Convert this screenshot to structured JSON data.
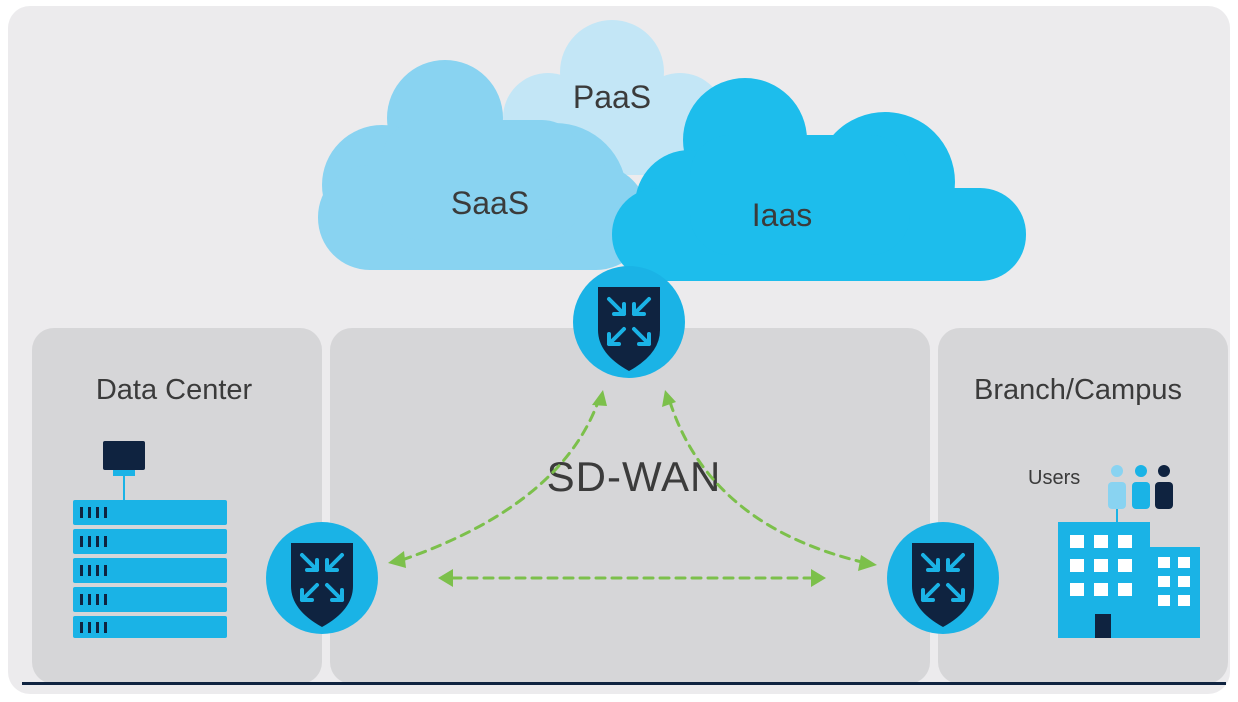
{
  "clouds": {
    "paas": "PaaS",
    "saas": "SaaS",
    "iaas": "Iaas"
  },
  "panels": {
    "data_center": "Data Center",
    "sdwan": "SD-WAN",
    "branch": "Branch/Campus"
  },
  "branch": {
    "users_label": "Users"
  },
  "colors": {
    "background_panel": "#ecebed",
    "zone_panel": "#d6d6d8",
    "cloud_light": "#c3e6f6",
    "cloud_mid": "#89d3f1",
    "cloud_bright": "#1dbdec",
    "router_circle": "#1ab3e6",
    "router_shield": "#0f2340",
    "dashed_arrow": "#7cc04b",
    "bottom_rule": "#0f2340"
  },
  "icons": [
    "router-shield-icon",
    "server-rack-icon",
    "monitor-icon",
    "building-icon",
    "users-icon"
  ]
}
